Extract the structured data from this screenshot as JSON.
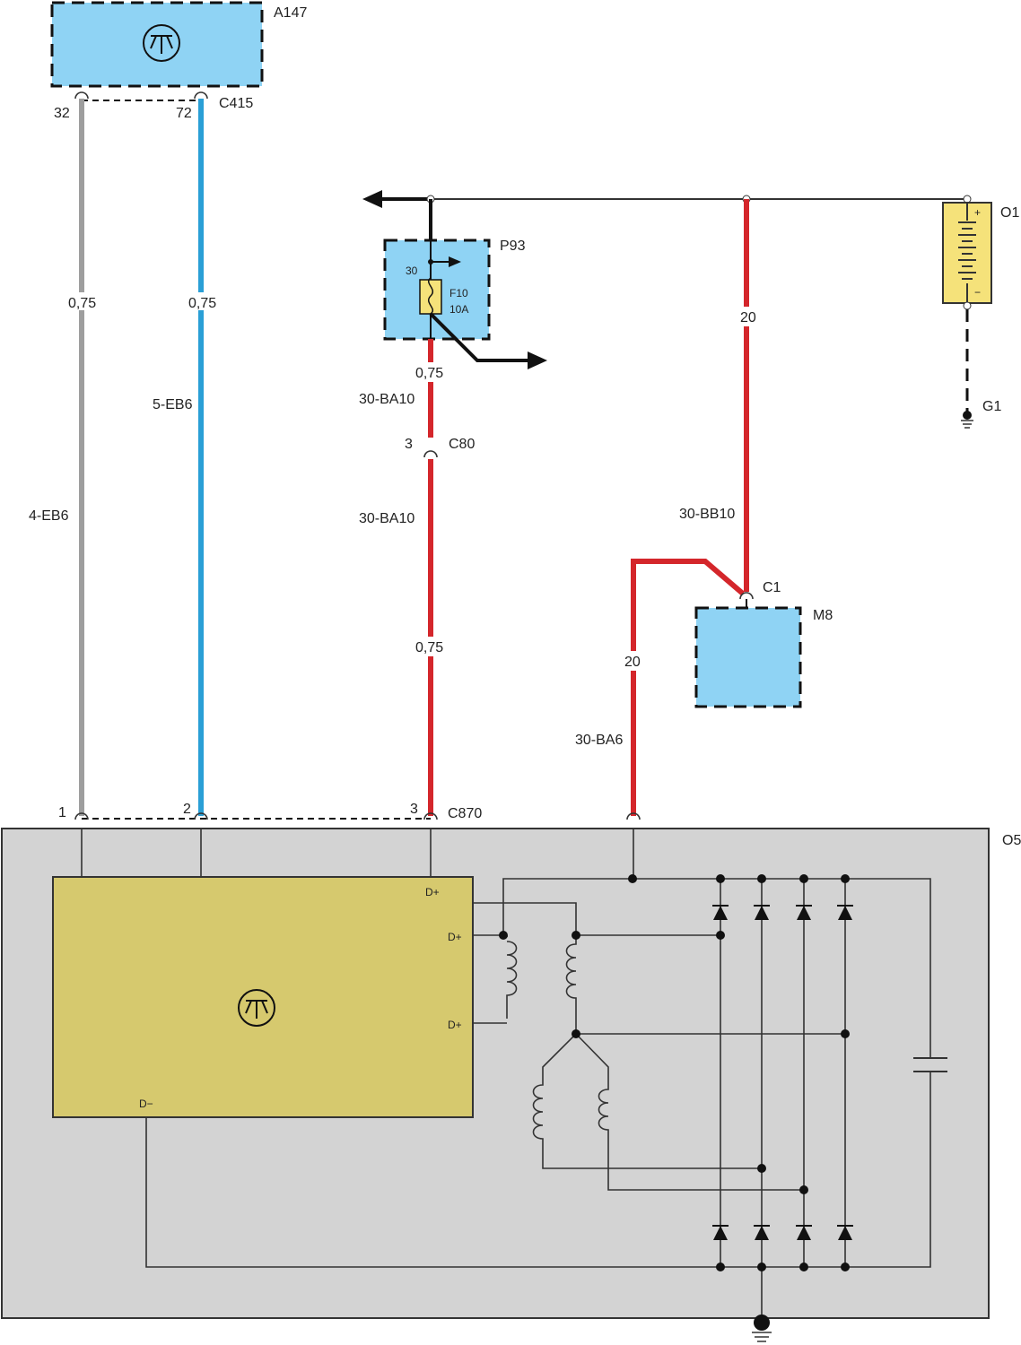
{
  "components": {
    "a147": {
      "id": "A147",
      "connector": "C415",
      "pin_left": "32",
      "pin_right": "72"
    },
    "p93": {
      "id": "P93",
      "terminal": "30",
      "fuse": "F10",
      "fuse_rating": "10A"
    },
    "o1": {
      "id": "O1",
      "plus": "+",
      "minus": "−"
    },
    "g1": {
      "id": "G1"
    },
    "m8": {
      "id": "M8",
      "connector": "C1"
    },
    "c80": {
      "id": "C80",
      "pin": "3"
    },
    "o5": {
      "id": "O5",
      "connector": "C870",
      "pins": [
        "1",
        "2",
        "3"
      ],
      "terminals": [
        "D+",
        "D+",
        "D+",
        "D−"
      ]
    }
  },
  "wires": {
    "grey": {
      "size": "0,75",
      "code": "4-EB6",
      "color": "#9e9e9e"
    },
    "blue": {
      "size": "0,75",
      "code": "5-EB6",
      "color": "#2a9fd6"
    },
    "red_p93": {
      "size_top": "0,75",
      "code_top": "30-BA10",
      "code_mid": "30-BA10",
      "size_bottom": "0,75",
      "color": "#d4262b"
    },
    "red_m8": {
      "size": "20",
      "code": "30-BB10"
    },
    "red_o5": {
      "size": "20",
      "code": "30-BA6"
    }
  }
}
